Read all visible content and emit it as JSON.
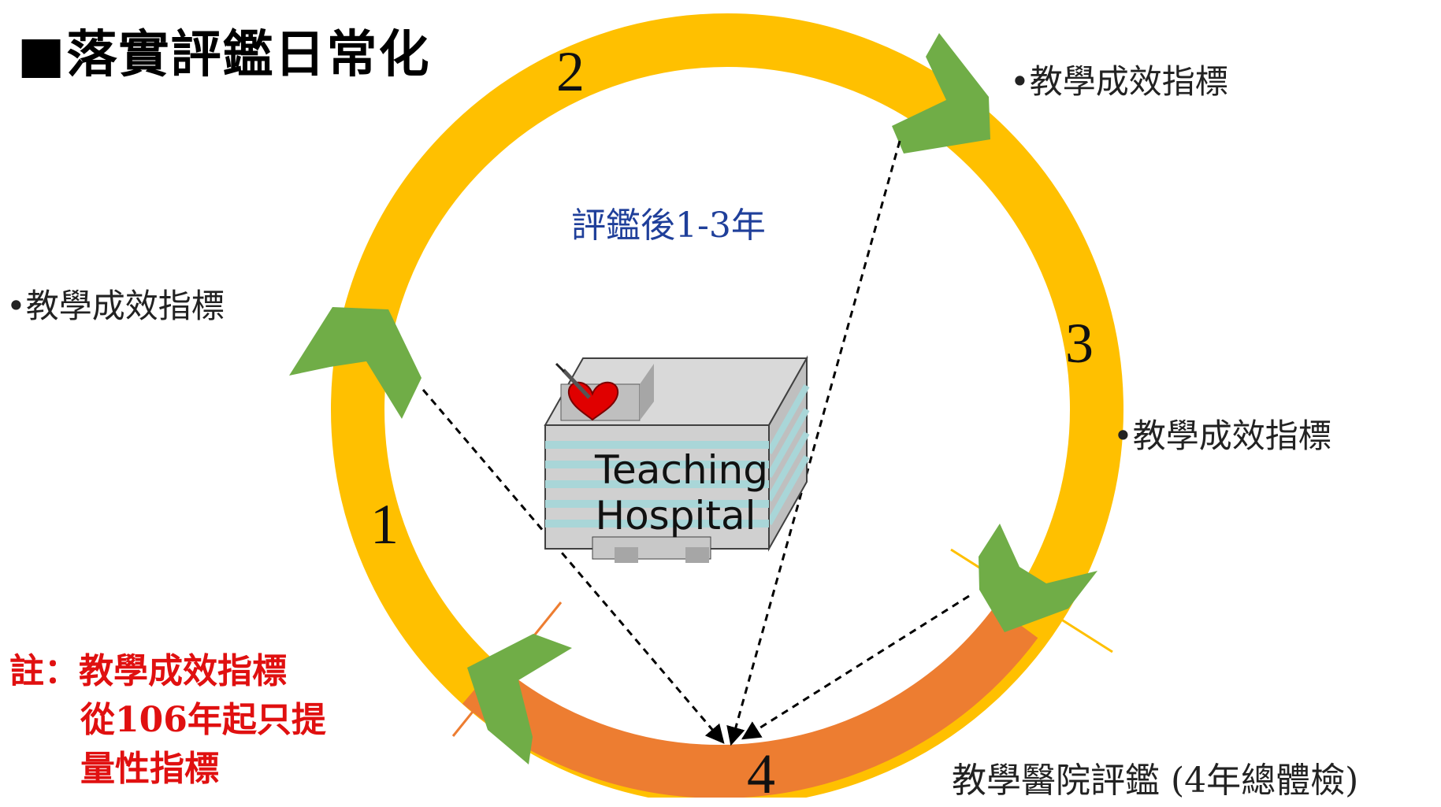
{
  "title": "■落實評鑑日常化",
  "center_caption": "評鑑後1-3年",
  "indicators": {
    "left": "•教學成效指標",
    "top_right": "•教學成效指標",
    "right": "•教學成效指標"
  },
  "stage_numbers": {
    "one": "1",
    "two": "2",
    "three": "3",
    "four": "4"
  },
  "hospital": {
    "line1": "Teaching",
    "line2": "Hospital"
  },
  "bottom_label": "教學醫院評鑑 (4年總體檢)",
  "note": {
    "line1": "註：教學成效指標",
    "line2": "從106年起只提",
    "line3": "量性指標"
  },
  "colors": {
    "ring_yellow": "#ffc000",
    "ring_orange": "#ed7d31",
    "chevron_green": "#70ad47",
    "caption_blue": "#1f3f9a",
    "note_red": "#e01010"
  }
}
